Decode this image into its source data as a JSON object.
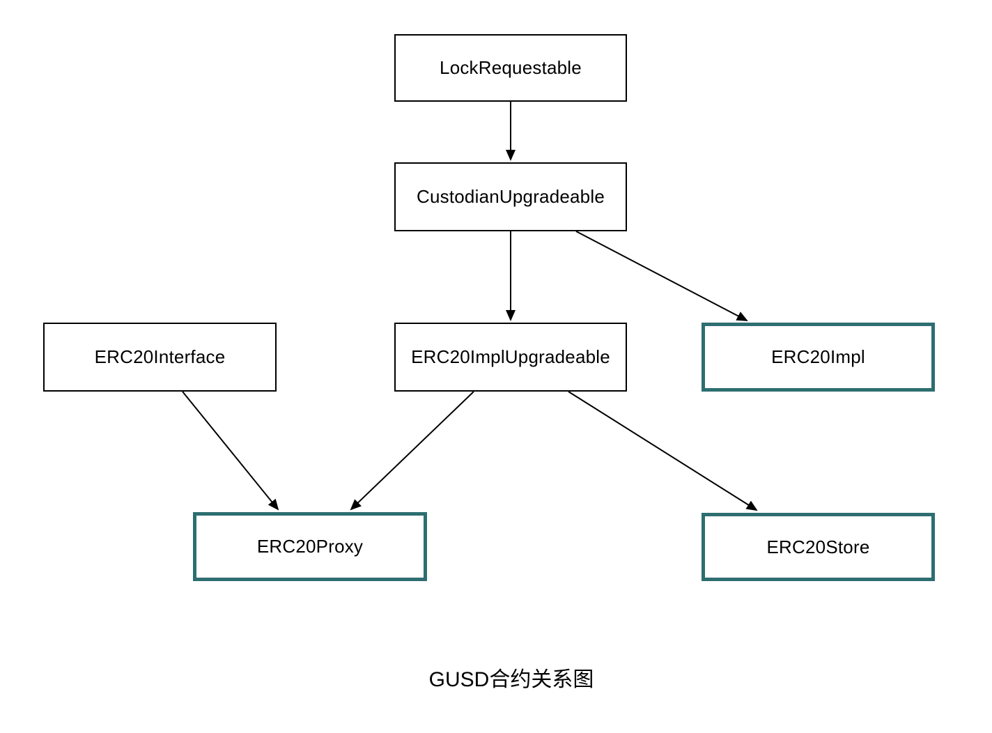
{
  "diagram": {
    "caption": "GUSD合约关系图",
    "nodes": [
      {
        "id": "lock-requestable",
        "label": "LockRequestable",
        "highlighted": false
      },
      {
        "id": "custodian-upgradeable",
        "label": "CustodianUpgradeable",
        "highlighted": false
      },
      {
        "id": "erc20-interface",
        "label": "ERC20Interface",
        "highlighted": false
      },
      {
        "id": "erc20-impl-upgradeable",
        "label": "ERC20ImplUpgradeable",
        "highlighted": false
      },
      {
        "id": "erc20-impl",
        "label": "ERC20Impl",
        "highlighted": true
      },
      {
        "id": "erc20-proxy",
        "label": "ERC20Proxy",
        "highlighted": true
      },
      {
        "id": "erc20-store",
        "label": "ERC20Store",
        "highlighted": true
      }
    ],
    "edges": [
      {
        "from": "LockRequestable",
        "to": "CustodianUpgradeable"
      },
      {
        "from": "CustodianUpgradeable",
        "to": "ERC20ImplUpgradeable"
      },
      {
        "from": "CustodianUpgradeable",
        "to": "ERC20Impl"
      },
      {
        "from": "ERC20Interface",
        "to": "ERC20Proxy"
      },
      {
        "from": "ERC20ImplUpgradeable",
        "to": "ERC20Proxy"
      },
      {
        "from": "ERC20ImplUpgradeable",
        "to": "ERC20Store"
      }
    ],
    "colors": {
      "background": "#ffffff",
      "node_border": "#000000",
      "node_border_highlight": "#2d6e70",
      "arrow": "#000000",
      "text": "#000000"
    }
  }
}
